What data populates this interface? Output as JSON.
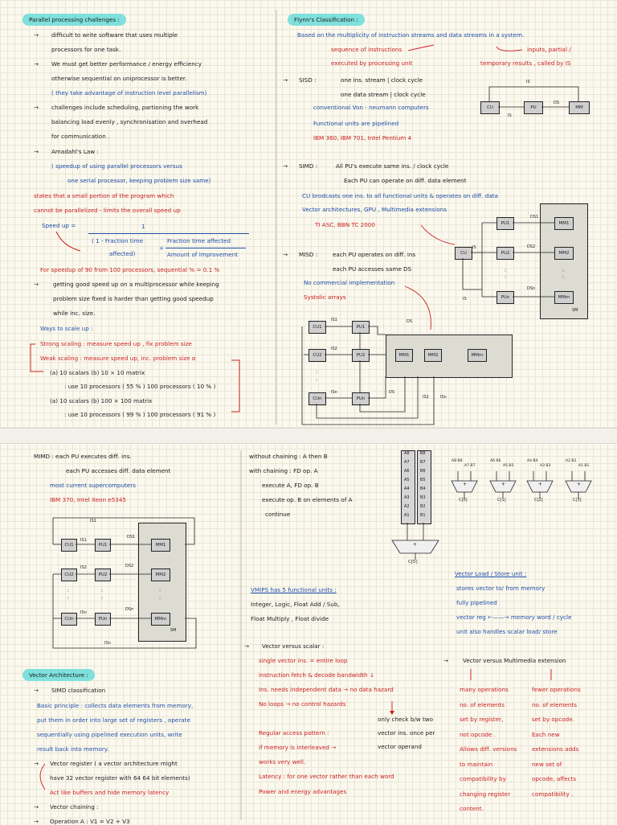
{
  "left_top": {
    "title": "Parallel processing challenges :",
    "lines": [
      "difficult to write software that uses multiple",
      "processors for one task.",
      "We must get better performance / energy efficiency",
      "otherwise sequential on uniprocessor is better.",
      "( they take advantage of instruction level parallelism)",
      "challenges include scheduling, partioning the work",
      "balancing load evenly , synchronisation and overhead",
      "for communication .",
      "Amadahl's Law :",
      "( speedup of using parallel processors versus",
      "one serial processor, keeping problem size same)",
      "states that a small portion of the program which",
      "cannot be parallelized - limits the overall speed up",
      "Speed up =",
      "1",
      "( 1 - Fraction time",
      "affected)",
      "+",
      "Fraction time affected",
      "Amount of Improvement",
      "For speedup of 90 from 100 processors, sequential % = 0.1 %",
      "getting good speed up on a multiprocessor while keeping",
      "problem size fixed is harder than getting good speedup",
      "while inc. size.",
      "Ways to scale up :",
      "Strong scaling : measure speed up , fix problem size",
      "Weak scaling : measure speed up, inc. problem size α",
      "(a) 10 scalars (b) 10 × 10 matrix",
      ": use 10 processors ( 55 % ) 100 processors ( 10 % )",
      "(a) 10 scalars (b) 100 × 100 matrix",
      ": use 10 processors ( 99 % ) 100 processors ( 91 % )"
    ]
  },
  "right_top": {
    "title": "Flynn's Classification :",
    "lines": [
      "Based on the multiplicity of instruction streams and data streams in a system.",
      "sequence of instructions",
      "executed by processing unit",
      "inputs, partial /",
      "temporary results , called by IS",
      "SISD :",
      "one ins. stream | clock cycle",
      "one data stream | clock cycle",
      "conventional Von - neumann computers",
      "Functional units are pipelined",
      "IBM 360, IBM 701, Intel Pentium 4",
      "SIMD :",
      "All PU's execute same ins. / clock cycle",
      "Each PU can operate on diff. data element",
      "CU brodcasts one ins. to all functional units & operates on diff. data",
      "Vector architectures, GPU , Multimedia extensions",
      "TI ASC, BBN TC 2000",
      "MISD :",
      "each PU operates on diff. ins",
      "each PU accesses same DS",
      "No commercial implementation",
      "Systolic arrays"
    ],
    "diagram_labels": {
      "cu": "CU",
      "pu": "PU",
      "mm": "MM",
      "is": "IS",
      "ds": "DS",
      "sm": "SM",
      "pu1": "PU1",
      "pu2": "PU2",
      "pun": "PUn",
      "mm1": "MM1",
      "mm2": "MM2",
      "mmm": "MMm",
      "cu1": "CU1",
      "cu2": "CU2",
      "cun": "CUn",
      "ds1": "DS1",
      "ds2": "DS2",
      "dsn": "DSn",
      "is1": "IS1",
      "is2": "IS2",
      "isn": "ISn"
    }
  },
  "left_bottom": {
    "lines": [
      "MIMD : each PU executes diff. ins.",
      "each PU accesses diff. data element",
      "most current supercomputers",
      "IBM 370, Intel Xeon e5345"
    ],
    "vector_title": "Vector Architecture :",
    "vector_lines": [
      "SIMD classification",
      "Basic principle : collects data elements from memory,",
      "put them in order into large set of registers , operate",
      "sequentially using pipelined execution units, write",
      "result back into memory.",
      "Vector register ( a vector architecture might",
      "have 32 vector register with 64 64 bit elements)",
      "Act like buffers and hide memory latency",
      "Vector chaining :",
      "Operation A : V1 = V2 + V3"
    ]
  },
  "middle_bottom": {
    "lines": [
      "without chaining : A then B",
      "with chaining : FD op. A",
      "execute A, FD op. B",
      "execute op. B on elements of A",
      "continue"
    ],
    "vmips": "VMIPS has 5 functional units :",
    "vmips_lines": [
      "Integer, Logic, Float Add / Sub,",
      "Float Multiply , Float divide"
    ],
    "vs_title": "Vector versus scalar :",
    "vs_lines": [
      "single vector ins. = entire loop",
      "instruction fetch & decode bandwidth ↓",
      "Ins. needs independent data → no data hazard",
      "No loops → no control hazards",
      "only check b/w two",
      "vector ins. once per",
      "vector operand",
      "Regular access pattern :",
      "if memory is interleaved →",
      "works very well.",
      "Latency : for one vector rather than each word",
      "Power and energy advantages"
    ],
    "reg_a": [
      "A8",
      "A7",
      "A6",
      "A5",
      "A4",
      "A3",
      "A2",
      "A1"
    ],
    "reg_b": [
      "B8",
      "B7",
      "B6",
      "B5",
      "B4",
      "B3",
      "B2",
      "B1"
    ],
    "adder_labels": [
      "+",
      "C[0]"
    ]
  },
  "right_bottom": {
    "top_labels": [
      "A8 B8",
      "A7 B7",
      "A6 B6",
      "A5 B5",
      "A4 B4",
      "A3 B3",
      "A2 B2",
      "A1 B1"
    ],
    "unit_outputs": [
      "C[0]",
      "C[1]",
      "C[2]",
      "C[3]"
    ],
    "load_title": "Vector Load / Store unit :",
    "load_lines": [
      "stores vector to/ from memory",
      "fully pipelined",
      "vector reg ←——→ memory word / cycle",
      "unit also handles scalar load/ store"
    ],
    "mm_title": "Vector versus Multimedia extension",
    "mm_left": [
      "many operations",
      "no. of elements",
      "set by register,",
      "not opcode .",
      "Allows diff. versions",
      "to maintain",
      "compatibility by",
      "changing register",
      "content."
    ],
    "mm_right": [
      "fewer operations",
      "no. of elements",
      "set by opcode.",
      "Each new",
      "extensions adds",
      "new set of",
      "opcode, affects",
      "compatibility ."
    ]
  }
}
